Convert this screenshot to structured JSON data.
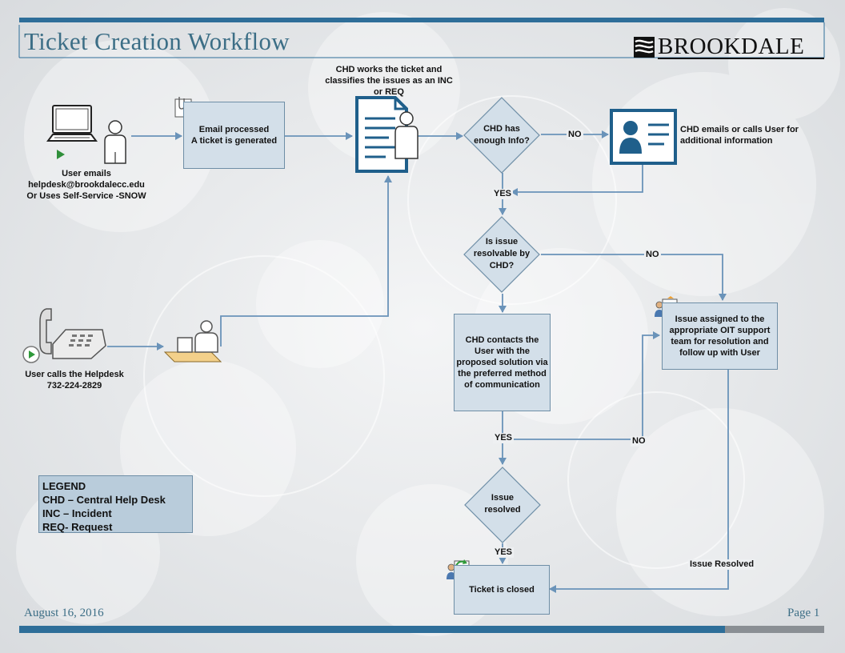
{
  "header": {
    "title": "Ticket Creation Workflow",
    "logo_text": "BROOKDALE"
  },
  "nodes": {
    "user_emails": "User emails\nhelpdesk@brookdalecc.edu\nOr Uses Self-Service -SNOW",
    "email_processed": "Email processed\nA ticket is generated",
    "chd_works": "CHD works the ticket and\nclassifies  the issues as an INC\nor REQ",
    "chd_enough_info": "CHD has\nenough Info?",
    "chd_emails_user": "CHD emails or calls User for\nadditional information",
    "is_issue_resolvable": "Is issue\nresolvable by\nCHD?",
    "user_calls": "User calls the Helpdesk\n732-224-2829",
    "chd_contacts_user": "CHD contacts the\nUser with the\nproposed solution via\nthe preferred method\nof communication",
    "issue_assigned": "Issue assigned to the\nappropriate OIT support\nteam for resolution and\nfollow up with User",
    "issue_resolved": "Issue\nresolved",
    "ticket_closed": "Ticket is closed"
  },
  "edge_labels": {
    "no_info": "NO",
    "yes_info": "YES",
    "no_resolvable": "NO",
    "yes_contacts": "YES",
    "no_contacts": "NO",
    "yes_resolved": "YES",
    "issue_resolved_label": "Issue Resolved"
  },
  "legend": {
    "items": [
      "LEGEND",
      "CHD – Central Help Desk",
      "INC – Incident",
      "REQ- Request"
    ]
  },
  "footer": {
    "date": "August 16, 2016",
    "page": "Page 1"
  },
  "colors": {
    "accent_blue": "#2e6e99",
    "title_blue": "#3c6e86",
    "box_fill": "#d3dfe9",
    "connector": "#6a93b9",
    "footer_bar_gray": "#8a8f94"
  },
  "icons": {
    "computer": "computer-icon",
    "user": "user-icon",
    "email_attachment": "email-attachment-icon",
    "document_person": "document-person-icon",
    "contact_card": "contact-card-icon",
    "telephone": "telephone-icon",
    "desk_worker": "desk-worker-icon",
    "team_task": "team-task-icon",
    "ticket_update": "ticket-update-icon"
  }
}
